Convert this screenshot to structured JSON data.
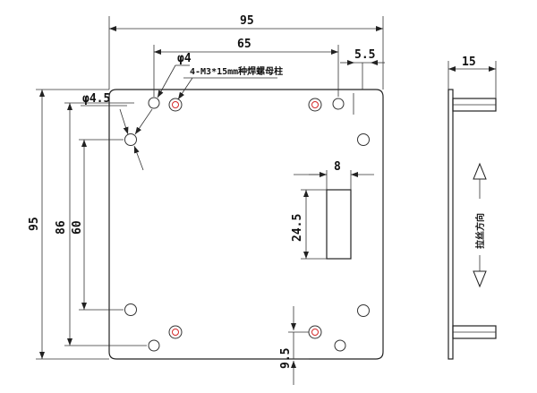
{
  "drawing": {
    "overall_width": "95",
    "overall_height": "95",
    "hole_span_65": "65",
    "edge_5_5": "5.5",
    "hole_dia_4": "φ4",
    "hole_dia_4_5": "φ4.5",
    "stud_note": "4-M3*15mm种焊螺母柱",
    "height_86": "86",
    "height_60": "60",
    "slot_width": "8",
    "slot_height": "24.5",
    "bottom_offset": "9.5",
    "side_thickness": "15",
    "grain_direction": "拉丝方向"
  },
  "colors": {
    "line": "#222222",
    "stud_marker": "#d42a2a"
  }
}
